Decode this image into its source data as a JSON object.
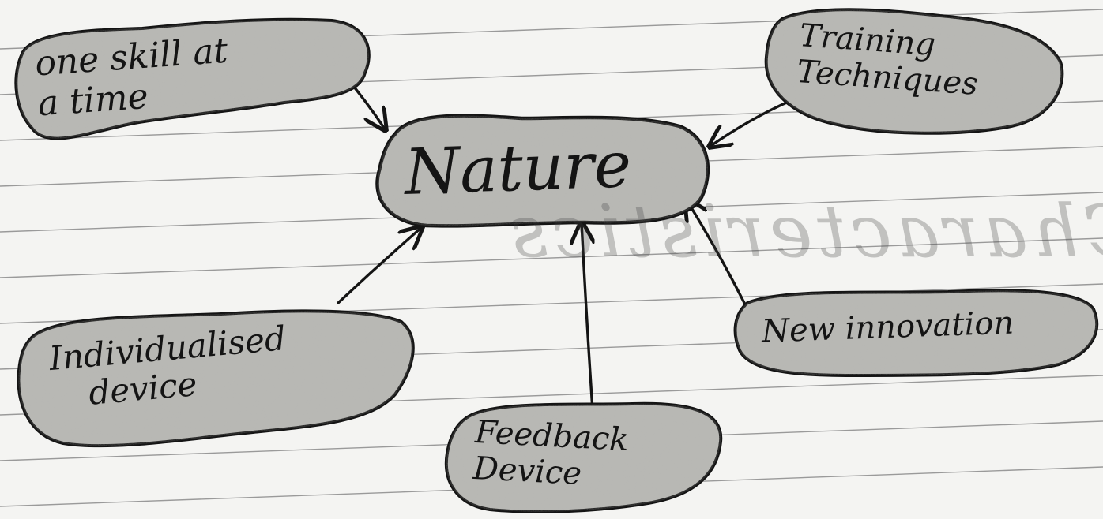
{
  "diagram": {
    "center": {
      "label": "Nature"
    },
    "nodes": [
      {
        "id": "one-skill",
        "lines": [
          "one skill at",
          "a time"
        ]
      },
      {
        "id": "training",
        "lines": [
          "Training",
          "Techniques"
        ]
      },
      {
        "id": "individualised",
        "lines": [
          "Individualised",
          "device"
        ]
      },
      {
        "id": "feedback",
        "lines": [
          "Feedback",
          "Device"
        ]
      },
      {
        "id": "innovation",
        "lines": [
          "New innovation"
        ]
      }
    ],
    "show_through_text": "Characteristics"
  },
  "colors": {
    "paper": "#f4f4f2",
    "rule_line": "#9a9a9a",
    "shading": "#b9b9b5",
    "ink": "#141414"
  }
}
